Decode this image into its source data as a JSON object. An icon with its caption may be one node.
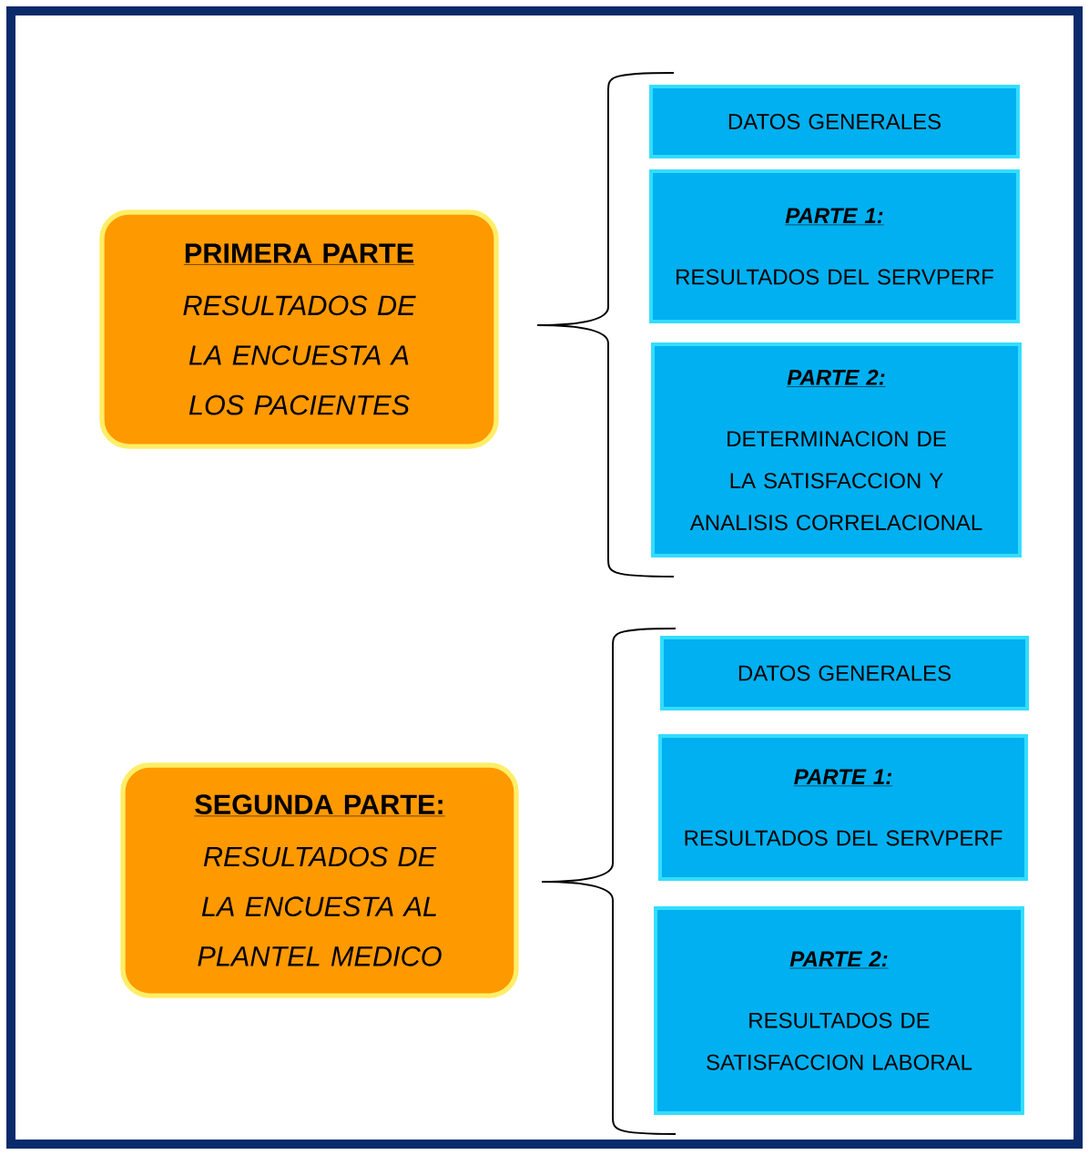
{
  "diagram": {
    "nodes": [
      {
        "text": [
          "PRIMERA PARTE",
          "RESULTADOS DE LA ENCUESTA A LOS PACIENTES"
        ]
      },
      {
        "text": [
          "DATOS GENERALES"
        ]
      },
      {
        "text": [
          "PARTE 1:",
          "RESULTADOS DEL SERVPERF"
        ]
      },
      {
        "text": [
          "PARTE 2:",
          "DETERMINACION DE LA SATISFACCION Y ANALISIS CORRELACIONAL"
        ]
      },
      {
        "text": [
          "SEGUNDA PARTE:",
          "RESULTADOS DE LA ENCUESTA AL PLANTEL MEDICO"
        ]
      },
      {
        "text": [
          "DATOS GENERALES"
        ]
      },
      {
        "text": [
          "PARTE 1:",
          "RESULTADOS DEL SERVPERF"
        ]
      },
      {
        "text": [
          "PARTE 2:",
          "RESULTADOS DE SATISFACCION LABORAL"
        ]
      }
    ]
  }
}
